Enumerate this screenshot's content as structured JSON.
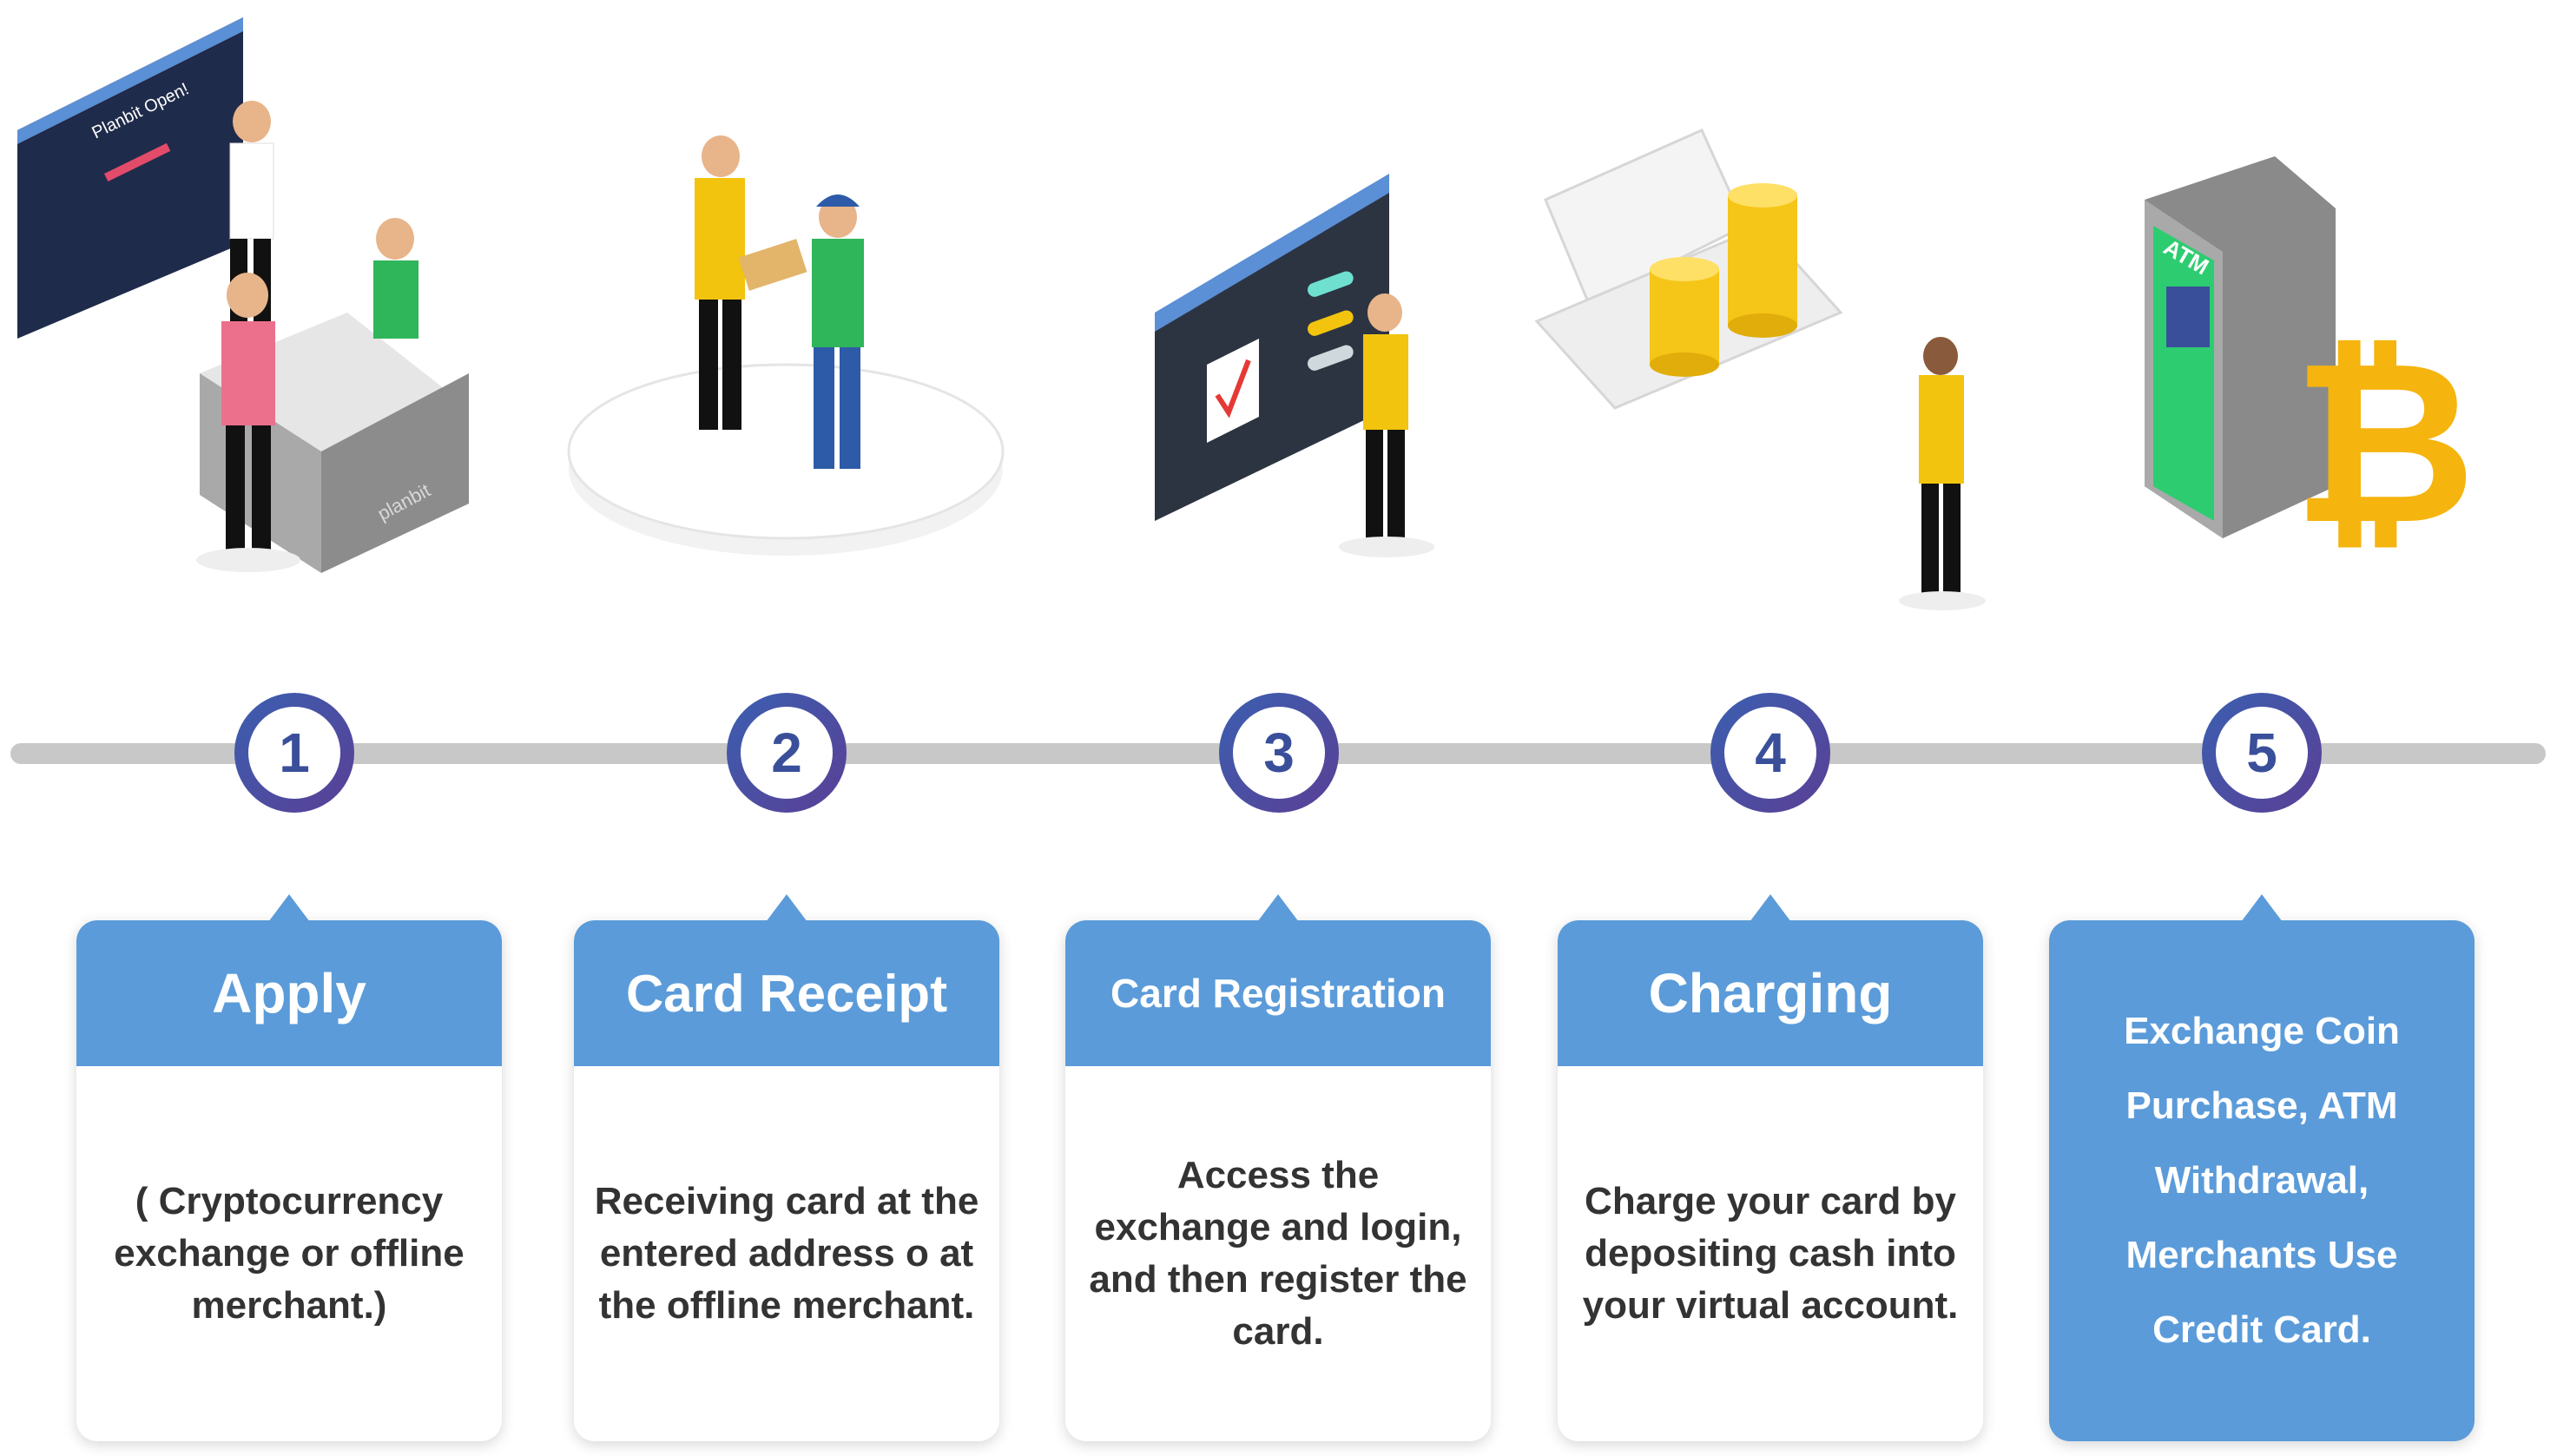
{
  "steps": [
    {
      "number": "1",
      "title": "Apply",
      "desc": "( Cryptocurrency exchange or offline merchant.)"
    },
    {
      "number": "2",
      "title": "Card Receipt",
      "desc": "Receiving card at the entered address o at the offline merchant."
    },
    {
      "number": "3",
      "title": "Card Registration",
      "desc": "Access the exchange and login, and then register the card."
    },
    {
      "number": "4",
      "title": "Charging",
      "desc": "Charge your card by depositing cash into your virtual account."
    },
    {
      "number": "5",
      "title": "",
      "desc": "Exchange Coin Purchase, ATM Withdrawal, Merchants Use Credit Card."
    }
  ],
  "illustrations": {
    "screen1_title": "Planbit Open!",
    "desk_logo": "planbit",
    "atm_label": "ATM"
  },
  "colors": {
    "accent_blue": "#5b9bd9",
    "circle_gradient_start": "#3b5fb0",
    "circle_gradient_end": "#5a3f95",
    "coin_gold": "#f5c518",
    "atm_green": "#2ecc71",
    "vest_yellow": "#f2c40e",
    "vest_green": "#2fb55a"
  }
}
